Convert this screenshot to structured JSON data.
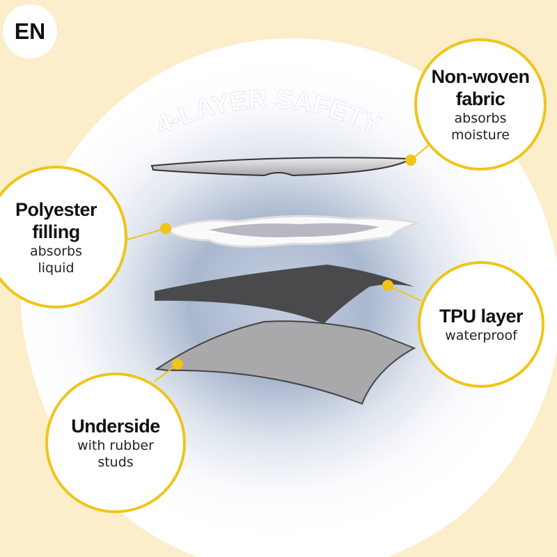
{
  "language_badge": "EN",
  "title": "4-LAYER SAFETY",
  "accent_color": "#f0c419",
  "layers": [
    {
      "name": "Non-woven fabric",
      "heading_lines": [
        "Non-woven",
        "fabric"
      ],
      "desc_lines": [
        "absorbs",
        "moisture"
      ]
    },
    {
      "name": "Polyester filling",
      "heading_lines": [
        "Polyester",
        "filling"
      ],
      "desc_lines": [
        "absorbs",
        "liquid"
      ]
    },
    {
      "name": "TPU layer",
      "heading_lines": [
        "TPU layer"
      ],
      "desc_lines": [
        "waterproof"
      ]
    },
    {
      "name": "Underside",
      "heading_lines": [
        "Underside"
      ],
      "desc_lines": [
        "with rubber",
        "studs"
      ]
    }
  ]
}
